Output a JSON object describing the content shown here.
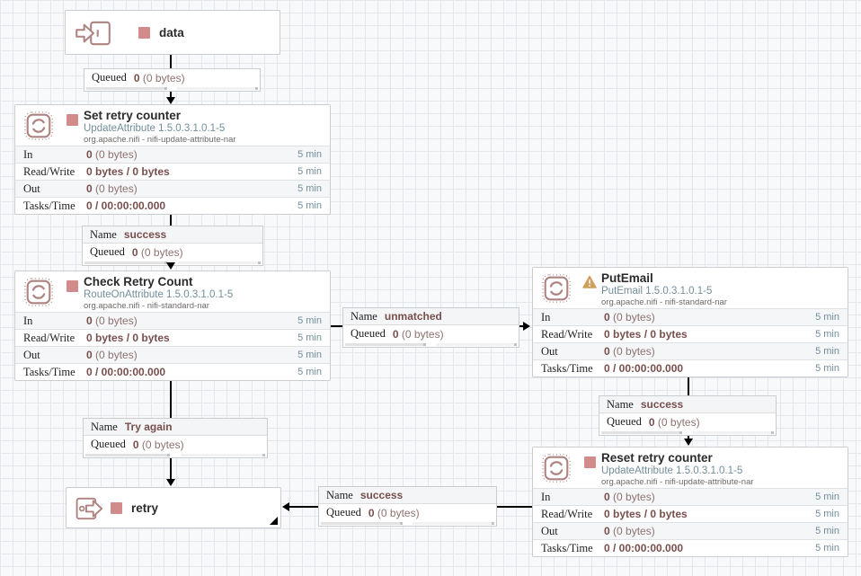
{
  "colors": {
    "canvas_bg": "#f7f9fa",
    "grid_line": "#e4e8ec",
    "box_border": "#c9cdd0",
    "row_alt_bg": "#f4f6f7",
    "stat_value": "#774f4d",
    "stat_window": "#728e9b",
    "processor_type": "#728e9b",
    "stopped_state": "#d18b8b",
    "invalid_warning": "#cf9f5d",
    "icon_rose": "#ad8481",
    "connection_line": "#000000"
  },
  "icons": {
    "input_port": "input-port-icon",
    "output_port": "output-port-icon",
    "processor": "processor-stamp-icon",
    "stopped": "stopped-state-square",
    "invalid": "warning-triangle-icon"
  },
  "ports": {
    "input": {
      "label": "data"
    },
    "output": {
      "label": "retry"
    }
  },
  "processors": [
    {
      "title": "Set retry counter",
      "type": "UpdateAttribute 1.5.0.3.1.0.1-5",
      "bundle": "org.apache.nifi - nifi-update-attribute-nar",
      "state": "stopped",
      "stats": [
        {
          "label": "In",
          "strong": "0",
          "rest": " (0 bytes)",
          "window": "5 min"
        },
        {
          "label": "Read/Write",
          "strong": "0 bytes / 0 bytes",
          "rest": "",
          "window": "5 min"
        },
        {
          "label": "Out",
          "strong": "0",
          "rest": " (0 bytes)",
          "window": "5 min"
        },
        {
          "label": "Tasks/Time",
          "strong": "0 / 00:00:00.000",
          "rest": "",
          "window": "5 min"
        }
      ]
    },
    {
      "title": "Check Retry Count",
      "type": "RouteOnAttribute 1.5.0.3.1.0.1-5",
      "bundle": "org.apache.nifi - nifi-standard-nar",
      "state": "stopped",
      "stats": [
        {
          "label": "In",
          "strong": "0",
          "rest": " (0 bytes)",
          "window": "5 min"
        },
        {
          "label": "Read/Write",
          "strong": "0 bytes / 0 bytes",
          "rest": "",
          "window": "5 min"
        },
        {
          "label": "Out",
          "strong": "0",
          "rest": " (0 bytes)",
          "window": "5 min"
        },
        {
          "label": "Tasks/Time",
          "strong": "0 / 00:00:00.000",
          "rest": "",
          "window": "5 min"
        }
      ]
    },
    {
      "title": "PutEmail",
      "type": "PutEmail 1.5.0.3.1.0.1-5",
      "bundle": "org.apache.nifi - nifi-standard-nar",
      "state": "invalid",
      "stats": [
        {
          "label": "In",
          "strong": "0",
          "rest": " (0 bytes)",
          "window": "5 min"
        },
        {
          "label": "Read/Write",
          "strong": "0 bytes / 0 bytes",
          "rest": "",
          "window": "5 min"
        },
        {
          "label": "Out",
          "strong": "0",
          "rest": " (0 bytes)",
          "window": "5 min"
        },
        {
          "label": "Tasks/Time",
          "strong": "0 / 00:00:00.000",
          "rest": "",
          "window": "5 min"
        }
      ]
    },
    {
      "title": "Reset retry counter",
      "type": "UpdateAttribute 1.5.0.3.1.0.1-5",
      "bundle": "org.apache.nifi - nifi-update-attribute-nar",
      "state": "stopped",
      "stats": [
        {
          "label": "In",
          "strong": "0",
          "rest": " (0 bytes)",
          "window": "5 min"
        },
        {
          "label": "Read/Write",
          "strong": "0 bytes / 0 bytes",
          "rest": "",
          "window": "5 min"
        },
        {
          "label": "Out",
          "strong": "0",
          "rest": " (0 bytes)",
          "window": "5 min"
        },
        {
          "label": "Tasks/Time",
          "strong": "0 / 00:00:00.000",
          "rest": "",
          "window": "5 min"
        }
      ]
    }
  ],
  "connections": [
    {
      "queued_label": "Queued",
      "queued_strong": "0",
      "queued_rest": " (0 bytes)"
    },
    {
      "name_label": "Name",
      "name_value": "success",
      "queued_label": "Queued",
      "queued_strong": "0",
      "queued_rest": " (0 bytes)"
    },
    {
      "name_label": "Name",
      "name_value": "unmatched",
      "queued_label": "Queued",
      "queued_strong": "0",
      "queued_rest": " (0 bytes)"
    },
    {
      "name_label": "Name",
      "name_value": "success",
      "queued_label": "Queued",
      "queued_strong": "0",
      "queued_rest": " (0 bytes)"
    },
    {
      "name_label": "Name",
      "name_value": "Try again",
      "queued_label": "Queued",
      "queued_strong": "0",
      "queued_rest": " (0 bytes)"
    },
    {
      "name_label": "Name",
      "name_value": "success",
      "queued_label": "Queued",
      "queued_strong": "0",
      "queued_rest": " (0 bytes)"
    }
  ]
}
